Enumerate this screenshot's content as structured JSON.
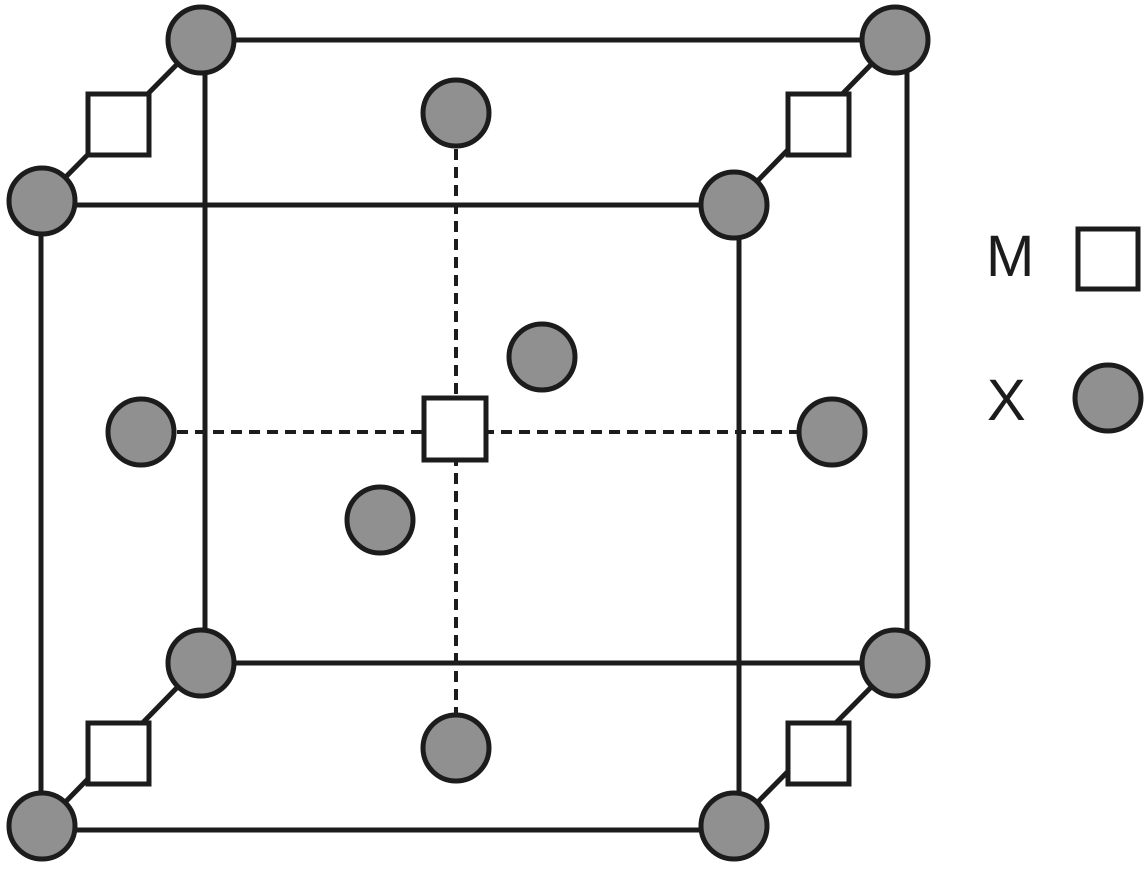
{
  "diagram": {
    "type": "crystal-structure-unit-cell",
    "legend": [
      {
        "label": "M",
        "symbol": "open-square"
      },
      {
        "label": "X",
        "symbol": "filled-circle"
      }
    ],
    "colors": {
      "x_atom_fill": "#909090",
      "m_atom_fill": "#ffffff",
      "line": "#1c1c1c"
    }
  }
}
